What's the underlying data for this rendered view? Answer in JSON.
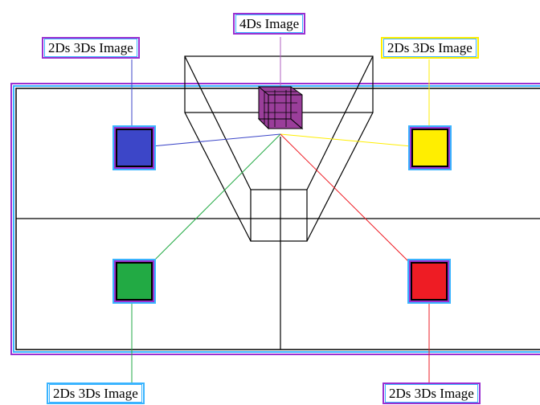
{
  "labels": {
    "top": "4Ds Image",
    "top_left": "2Ds 3Ds Image",
    "top_right": "2Ds 3Ds Image",
    "bottom_left": "2Ds 3Ds Image",
    "bottom_right": "2Ds 3Ds Image"
  },
  "colors": {
    "frame_outer": "#9b30d0",
    "frame_inner": "#3ab4ff",
    "blue_square": "#3c46c8",
    "yellow_square": "#ffee00",
    "green_square": "#22aa44",
    "red_square": "#ee1c24",
    "cube": "#9a3e9a",
    "blue_line": "#3c46c8",
    "yellow_line": "#ffee00",
    "green_line": "#22aa44",
    "red_line": "#ee1c24",
    "purple_line": "#b060c0"
  }
}
